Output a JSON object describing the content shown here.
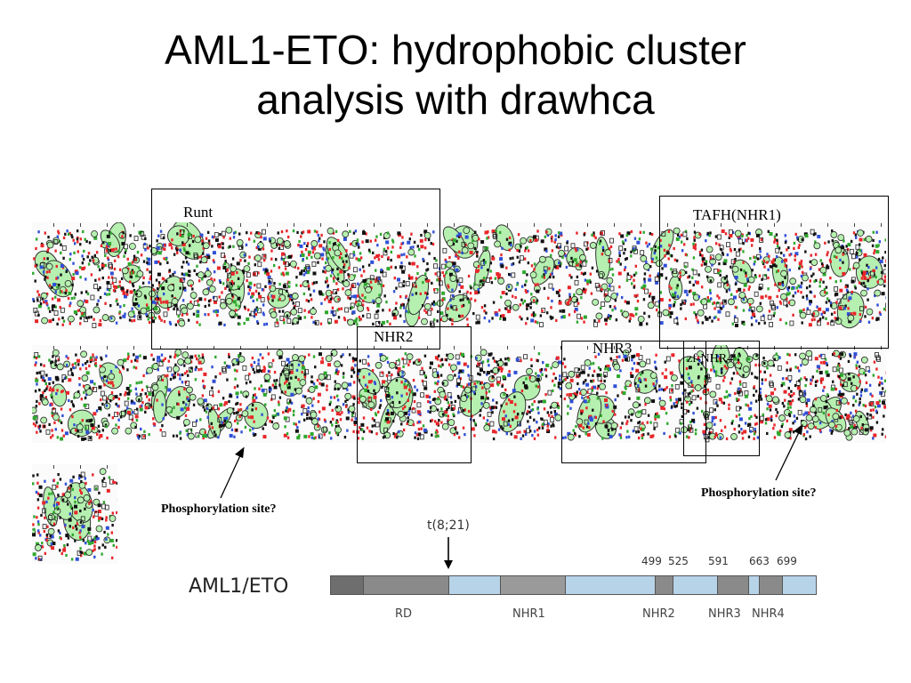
{
  "slide": {
    "title_line1": "AML1-ETO: hydrophobic cluster",
    "title_line2": "analysis with drawhca"
  },
  "boxes": {
    "runt": "Runt",
    "tafh": "TAFH(NHR1)",
    "nhr2": "NHR2",
    "nhr3": "NHR3",
    "zf_nhr4": "zf-NHR4"
  },
  "annotations": {
    "phospho_left": "Phosphorylation site?",
    "phospho_right": "Phosphorylation site?"
  },
  "diagram": {
    "protein": "AML1/ETO",
    "translocation": "t(8;21)",
    "positions": [
      "499",
      "525",
      "591",
      "663",
      "699"
    ],
    "domains": [
      "RD",
      "NHR1",
      "NHR2",
      "NHR3",
      "NHR4"
    ],
    "colors": {
      "dark_segment": "#7a7a7a",
      "light_segment": "#b7d3e8",
      "outline": "#555555"
    }
  },
  "hca_colors": {
    "hydrophobic_cluster_fill": "#b6f0b0",
    "cluster_outline": "#333333",
    "red_residue": "#e8262a",
    "blue_residue": "#2f4fd6",
    "black_residue": "#111111",
    "green_residue": "#2ea82e"
  }
}
